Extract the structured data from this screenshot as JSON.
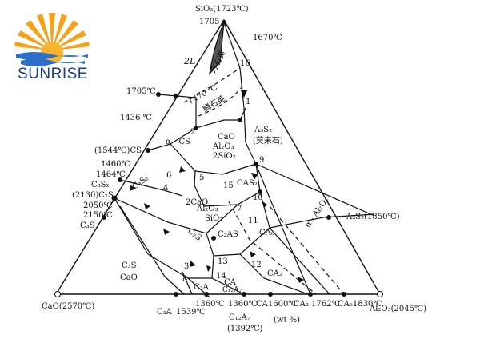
{
  "brand": {
    "name": "SUNRISE",
    "colors": {
      "sun": "#f4a21a",
      "sea": "#2d6fc7",
      "text": "#1b3f91"
    }
  },
  "diagram": {
    "title": "SiO₂(1723℃)",
    "corners": {
      "top_temp": "1705",
      "top_right_temp": "1670℃",
      "left": "CaO(2570℃)",
      "right": "Al₂O₃(2045℃)"
    },
    "left_labels": {
      "l1705": "1705℃",
      "l1436": "1436 ℃",
      "l1544": "(1544℃)CS",
      "l1460": "1460℃",
      "l1464": "1464℃",
      "c3s2": "C₃S₂",
      "c2s": "(2130)C₂S",
      "l2050": "2050℃",
      "l2150": "2150℃",
      "c3s": "C₃S"
    },
    "field_labels": {
      "twoL": "2L",
      "fangshi": "方石英",
      "linshi": "鳞石英",
      "t1470": "1470 ℃",
      "alphaCS": "α - CS",
      "cao1": "CaO",
      "al2o3_1": "Al₂O₃",
      "sio2_2": "2SiO₂",
      "a3s2": "A₃S₂",
      "mullite": "(莫来石)",
      "cas2": "CAS₂",
      "cao2": "2CaO",
      "al2o3_2": "Al₂O₃",
      "sio2_1": "SiO₂",
      "c2as": "C₂AS",
      "ca6": "CA₆",
      "alpha_al2o3": "α - Al₂O₃",
      "a3s2_1850": "A₃S₂(1850℃)",
      "c2s_field": "C₂S",
      "c3s2_field": "C₃S₂",
      "c3s_field": "C₃S",
      "cao_field": "CaO",
      "ca2": "CA₂",
      "ca": "CA",
      "c12a7": "C₁₂A₇",
      "c3a": "C₃A"
    },
    "numbers": [
      "1",
      "2",
      "3",
      "4",
      "5",
      "6",
      "7",
      "8",
      "9",
      "10",
      "11",
      "12",
      "13",
      "14",
      "15",
      "16"
    ],
    "bottom_labels": {
      "c3a": "C₃A",
      "t1539": "1539℃",
      "t1360a": "1360℃",
      "t1360b": "1360℃",
      "ca1600": "CA1600℃",
      "ca2_1762": "CA₂  1762℃",
      "ca6_1830": "CA₆1830℃",
      "c12a7": "C₁₂A₇",
      "t1392": "(1392℃)",
      "wt": "(wt %)"
    }
  }
}
